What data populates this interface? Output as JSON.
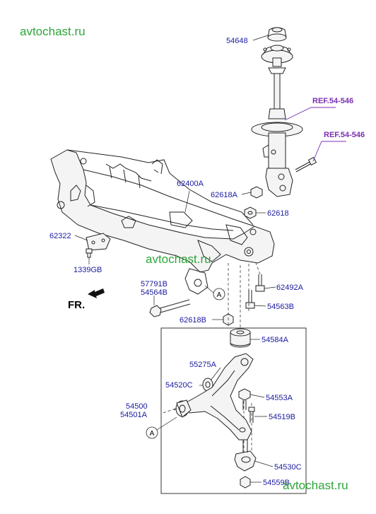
{
  "watermarks": {
    "top_left": "avtochast.ru",
    "center": "avtochast.ru",
    "bottom_right": "avtochast.ru"
  },
  "direction": {
    "label": "FR."
  },
  "callout": {
    "marker": "A"
  },
  "refs": {
    "strut_upper": "REF.54-546",
    "strut_lower": "REF.54-546"
  },
  "parts": {
    "strut_mount": "54648",
    "crossmember": "62400A",
    "nut_62618A": "62618A",
    "nut_62618": "62618",
    "bracket_62322": "62322",
    "bolt_1339GB": "1339GB",
    "bolt_57791B": "57791B",
    "bolt_54564B": "54564B",
    "bolt_62492A": "62492A",
    "bolt_54563B": "54563B",
    "nut_62618B": "62618B",
    "bushing_54584A": "54584A",
    "washer_55275A": "55275A",
    "bushing_54520C": "54520C",
    "arm_54500": "54500",
    "arm_54501A": "54501A",
    "bolt_54553A": "54553A",
    "bolt_54519B": "54519B",
    "ball_joint_54530C": "54530C",
    "nut_54559B": "54559B"
  }
}
